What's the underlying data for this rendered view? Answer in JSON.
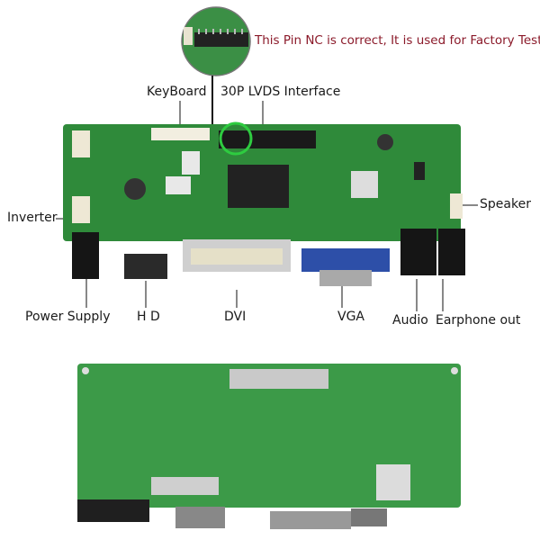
{
  "note": {
    "text": "This Pin NC is correct, It is used for Factory Test.",
    "color": "#8b1a2a"
  },
  "labels": {
    "keyboard": "KeyBoard",
    "lvds": "30P LVDS Interface",
    "inverter": "Inverter",
    "speaker": "Speaker",
    "power_supply": "Power Supply",
    "hdmi": "H D",
    "dvi": "DVI",
    "vga": "VGA",
    "audio": "Audio",
    "earphone": "Earphone out"
  },
  "colors": {
    "pcb": "#2f8a3a",
    "pcb_back": "#3c9a48",
    "highlight_circle": "#2ecc40",
    "vga": "#2d4fa8"
  }
}
